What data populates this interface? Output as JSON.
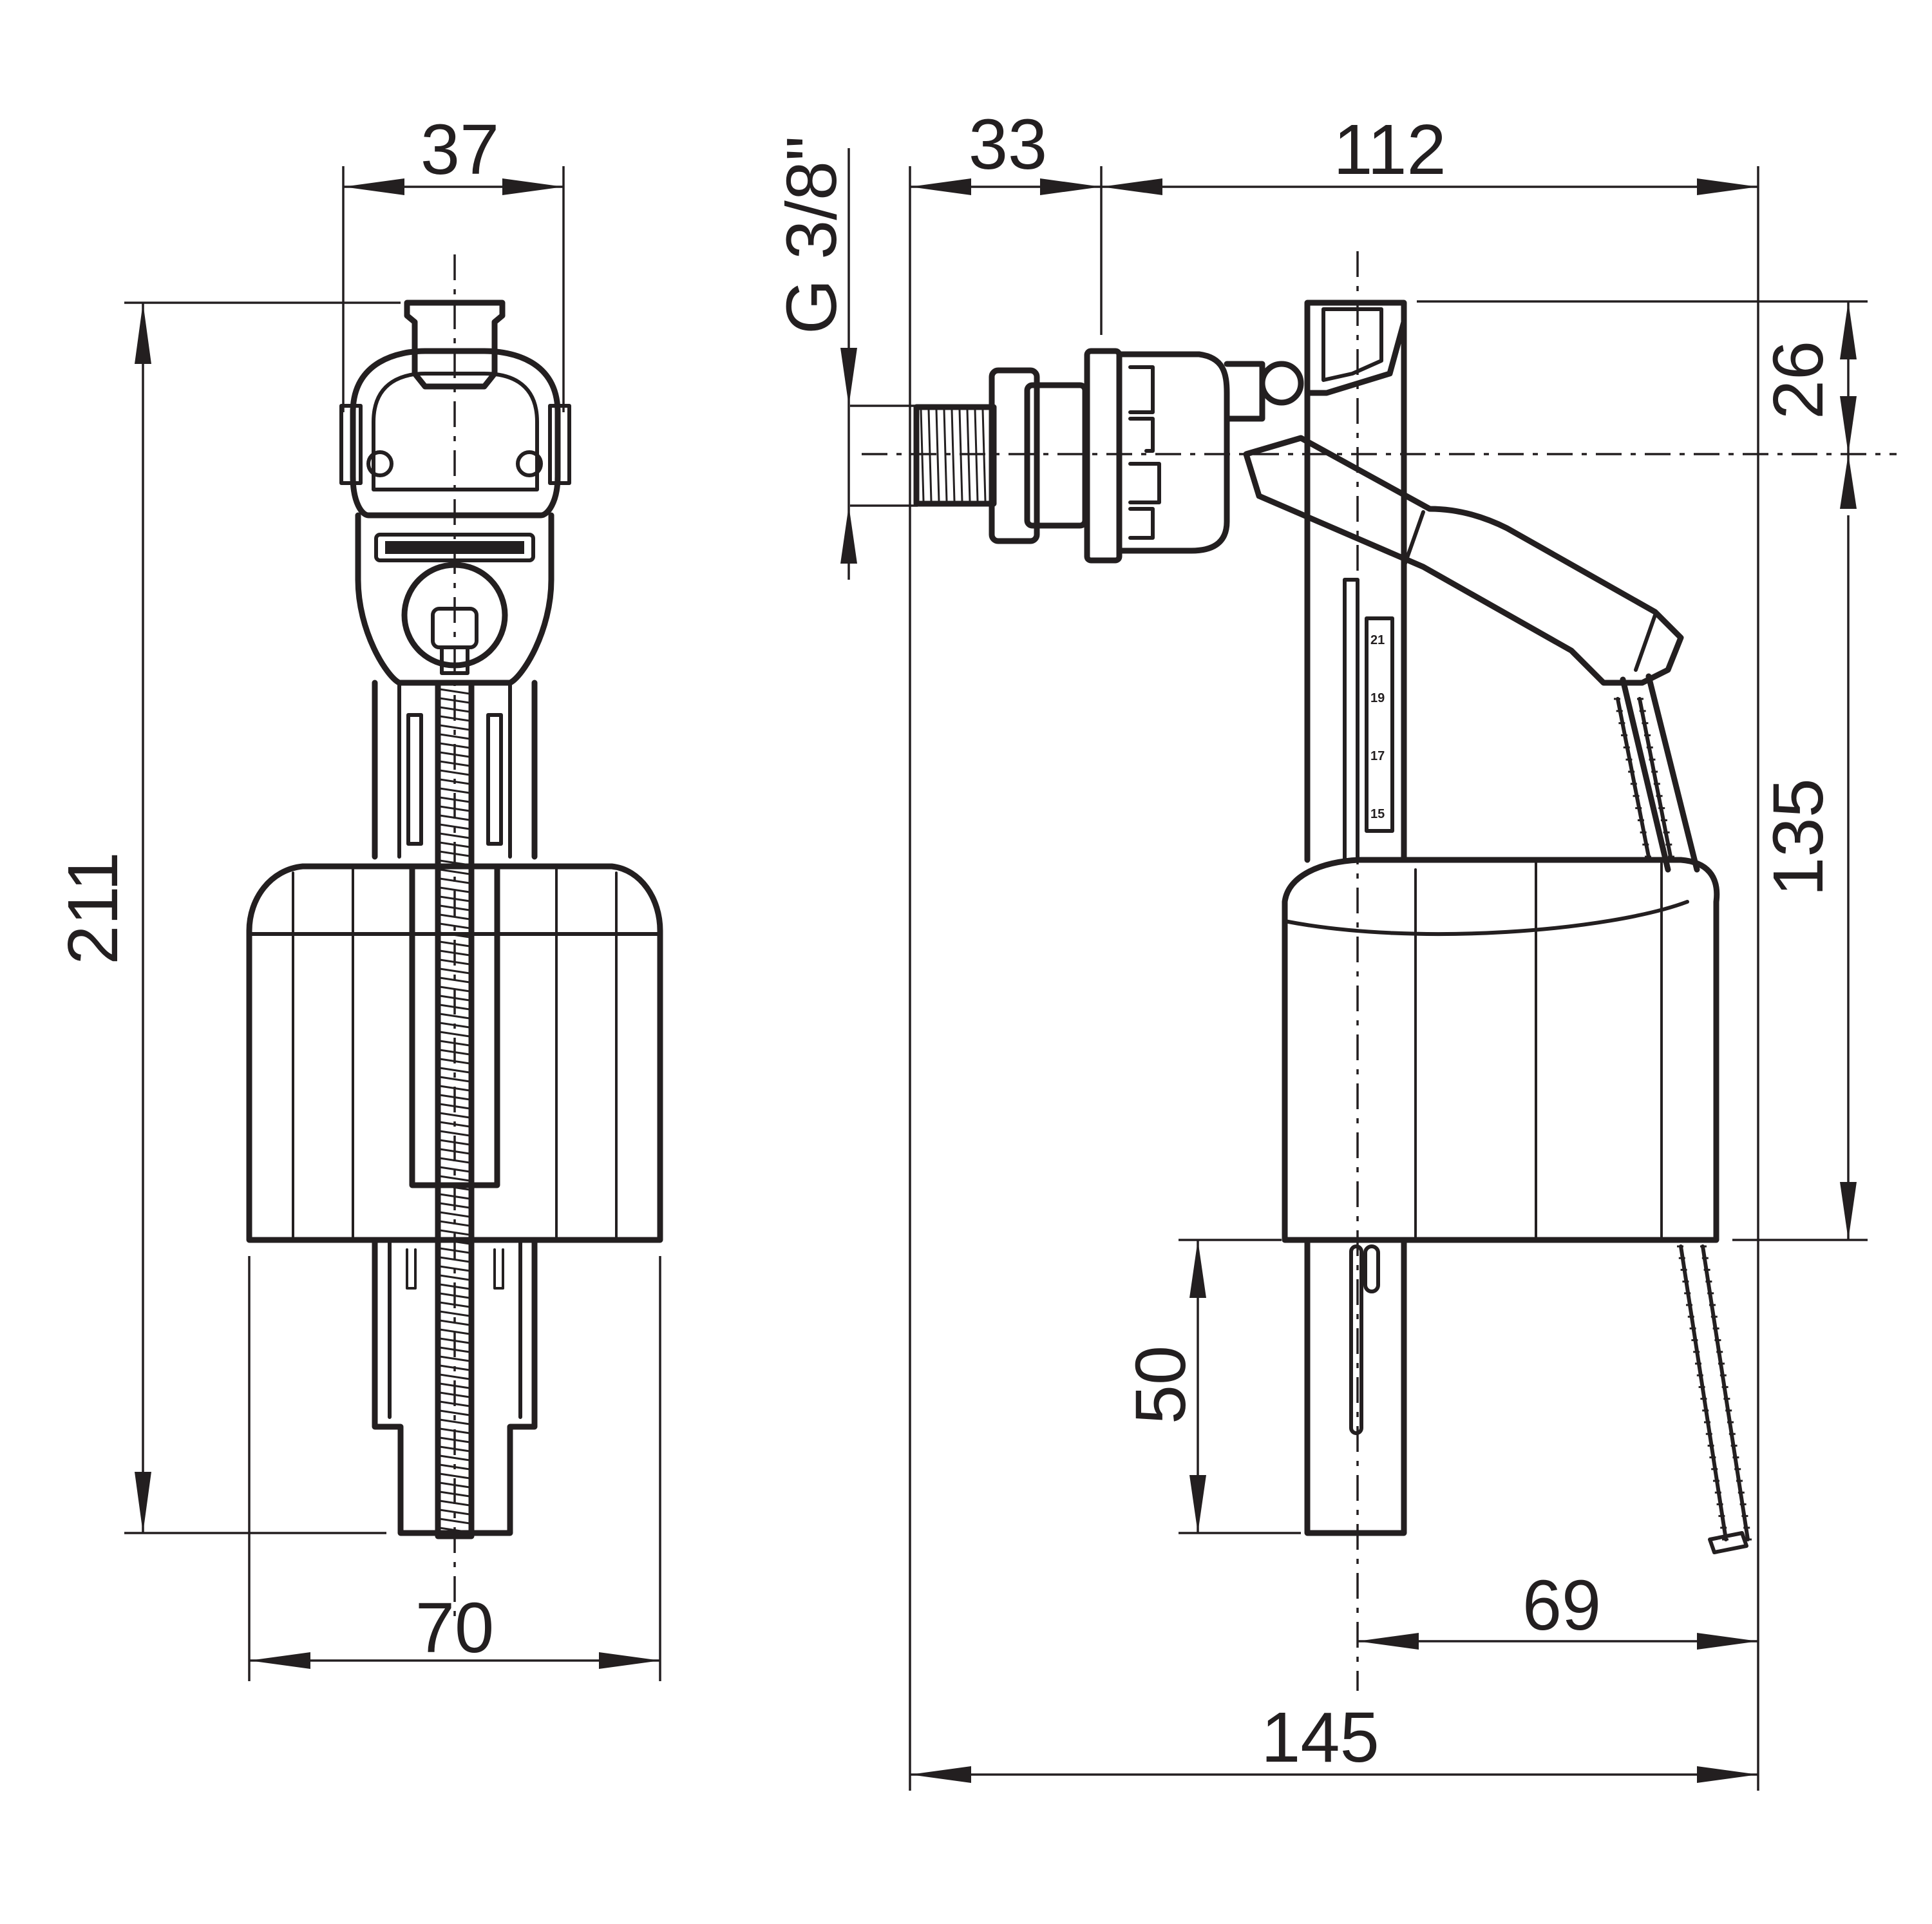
{
  "colors": {
    "line": "#231f20",
    "background": "#ffffff"
  },
  "dimensions": {
    "front_width_top": "37",
    "front_height_total": "211",
    "front_width_float": "70",
    "thread": "G 3/8\"",
    "side_inlet_length": "33",
    "side_body_width": "112",
    "side_top_to_axis": "26",
    "side_float_height": "135",
    "side_tail_length": "50",
    "side_center_to_right": "69",
    "side_total_width": "145"
  },
  "scale_marks": [
    "21",
    "19",
    "17",
    "15"
  ]
}
